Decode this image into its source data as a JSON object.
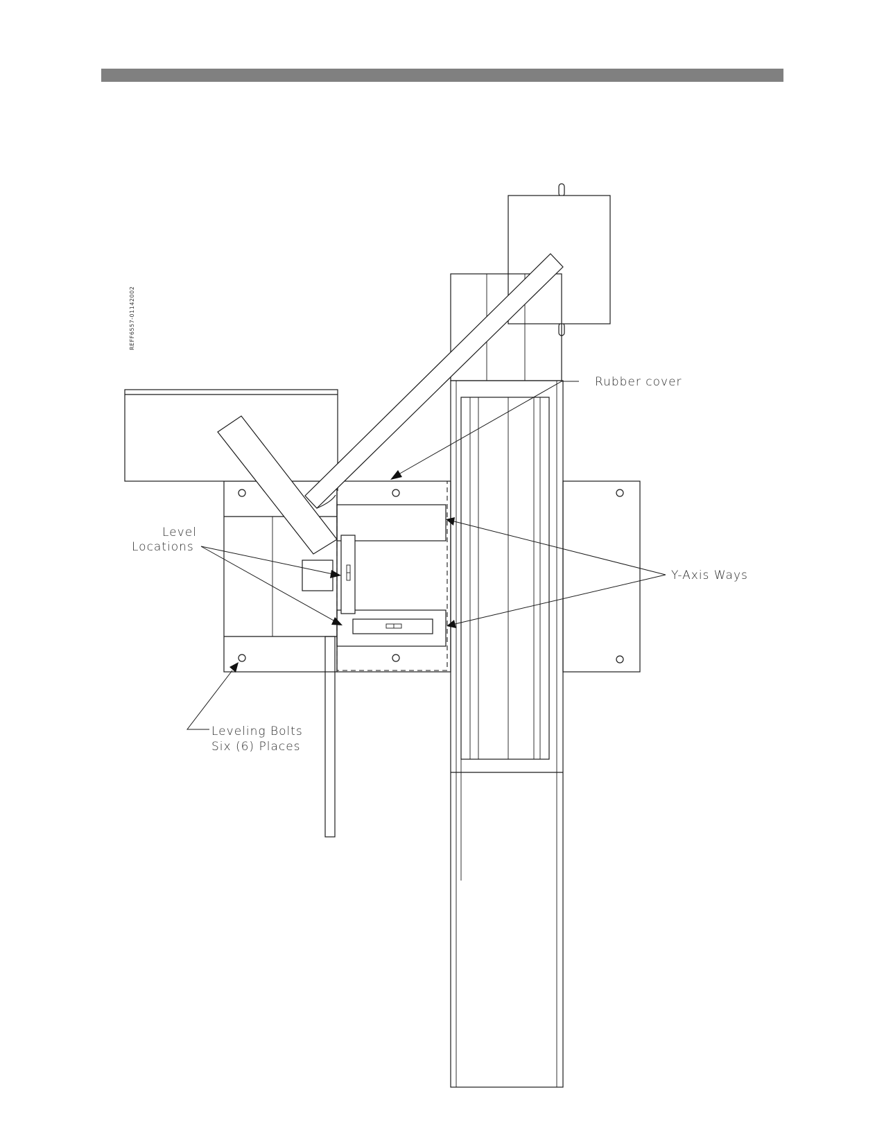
{
  "drawing_ref": "REFF6557-01142002",
  "callouts": {
    "rubber_cover": "Rubber cover",
    "level_line1": "Level",
    "level_line2": "Locations",
    "y_axis_ways": "Y-Axis Ways",
    "bolts_line1": "Leveling Bolts",
    "bolts_line2": "Six (6) Places"
  },
  "colors": {
    "header_bar": "#808080",
    "line": "#1a1a1a",
    "background": "#ffffff"
  }
}
